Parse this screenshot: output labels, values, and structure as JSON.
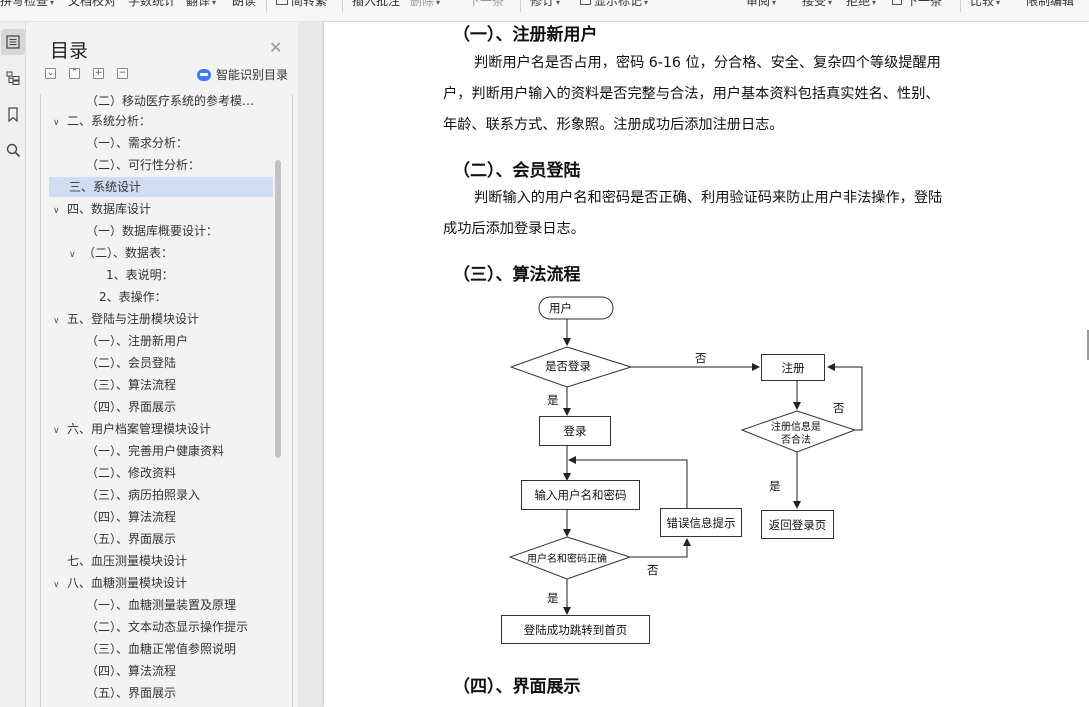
{
  "toolbar": {
    "items": [
      "拼写检查",
      "文档校对",
      "字数统计",
      "翻译",
      "朗读",
      "简转繁",
      "插入批注",
      "删除",
      "下一条",
      "修订",
      "显示标记",
      "审阅",
      "接受",
      "拒绝",
      "下一条",
      "比较",
      "限制编辑"
    ]
  },
  "toc": {
    "title": "目录",
    "smart_label": "智能识别目录",
    "items": [
      {
        "text": "（二）移动医疗系统的参考模…"
      },
      {
        "text": "二、系统分析："
      },
      {
        "text": "（一）、需求分析："
      },
      {
        "text": "（二）、可行性分析："
      },
      {
        "text": "三、系统设计"
      },
      {
        "text": "四、数据库设计"
      },
      {
        "text": "（一）数据库概要设计："
      },
      {
        "text": "（二）、数据表："
      },
      {
        "text": "1、表说明："
      },
      {
        "text": "2、表操作："
      },
      {
        "text": "五、登陆与注册模块设计"
      },
      {
        "text": "（一）、注册新用户"
      },
      {
        "text": "（二）、会员登陆"
      },
      {
        "text": "（三）、算法流程"
      },
      {
        "text": "（四）、界面展示"
      },
      {
        "text": "六、用户档案管理模块设计"
      },
      {
        "text": "（一）、完善用户健康资料"
      },
      {
        "text": "（二）、修改资料"
      },
      {
        "text": "（三）、病历拍照录入"
      },
      {
        "text": "（四）、算法流程"
      },
      {
        "text": "（五）、界面展示"
      },
      {
        "text": "七、血压测量模块设计"
      },
      {
        "text": "八、血糖测量模块设计"
      },
      {
        "text": "（一）、血糖测量装置及原理"
      },
      {
        "text": "（二）、文本动态显示操作提示"
      },
      {
        "text": "（三）、血糖正常值参照说明"
      },
      {
        "text": "（四）、算法流程"
      },
      {
        "text": "（五）、界面展示"
      }
    ]
  },
  "document": {
    "heading1": "（一）、注册新用户",
    "para1_lines": [
      "判断用户名是否占用，密码 6-16 位，分合格、安全、复杂四个等级提醒用",
      "户，判断用户输入的资料是否完整与合法，用户基本资料包括真实姓名、性别、",
      "年龄、联系方式、形象照。注册成功后添加注册日志。"
    ],
    "heading2": "（二）、会员登陆",
    "para2_lines": [
      "判断输入的用户名和密码是否正确、利用验证码来防止用户非法操作，登陆",
      "成功后添加登录日志。"
    ],
    "heading3": "（三）、算法流程",
    "heading4": "（四）、界面展示"
  },
  "flowchart": {
    "user": "用户",
    "is_login": "是否登录",
    "no1": "否",
    "register": "注册",
    "yes1": "是",
    "login": "登录",
    "reg_valid_1": "注册信息是",
    "reg_valid_2": "否合法",
    "no2": "否",
    "input": "输入用户名和密码",
    "yes2": "是",
    "error": "错误信息提示",
    "back": "返回登录页",
    "check": "用户名和密码正确",
    "no3": "否",
    "yes3": "是",
    "success": "登陆成功跳转到首页"
  }
}
